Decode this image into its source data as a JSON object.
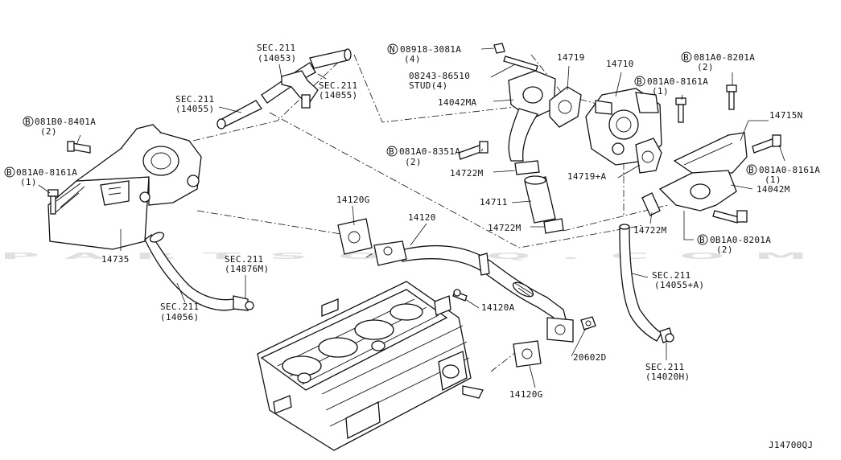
{
  "diagram_code": "J14700QJ",
  "watermark": "PARTSOUQ.COM",
  "labels": {
    "sec211_14053_a": "SEC.211",
    "sec211_14053_b": "(14053)",
    "sec211_14055_top_a": "SEC.211",
    "sec211_14055_top_b": "(14055)",
    "sec211_14055_left_a": "SEC.211",
    "sec211_14055_left_b": "(14055)",
    "bolt_081b0_a": "081B0-8401A",
    "bolt_081b0_b": "(2)",
    "bolt_081a0_8161_left_a": "081A0-8161A",
    "bolt_081a0_8161_left_b": "(1)",
    "p14735": "14735",
    "sec211_14876m_a": "SEC.211",
    "sec211_14876m_b": "(14876M)",
    "sec211_14056_a": "SEC.211",
    "sec211_14056_b": "(14056)",
    "nut_08918_a": "08918-3081A",
    "nut_08918_b": "(4)",
    "stud_08243_a": "08243-86510",
    "stud_08243_b": "STUD(4)",
    "p14042ma": "14042MA",
    "bolt_081a0_8351_a": "081A0-8351A",
    "bolt_081a0_8351_b": "(2)",
    "p14722m_a": "14722M",
    "p14711": "14711",
    "p14722m_b": "14722M",
    "p14719": "14719",
    "p14710": "14710",
    "p14719a": "14719+A",
    "bolt_081a0_8201_top_a": "081A0-8201A",
    "bolt_081a0_8201_top_b": "(2)",
    "bolt_081a0_8161_mid_a": "081A0-8161A",
    "bolt_081a0_8161_mid_b": "(1)",
    "p14715n": "14715N",
    "bolt_081a0_8161_right_a": "081A0-8161A",
    "bolt_081a0_8161_right_b": "(1)",
    "p14042m": "14042M",
    "p14722m_c": "14722M",
    "bolt_081a0_8201_bot_a": "0B1A0-8201A",
    "bolt_081a0_8201_bot_b": "(2)",
    "p14120g_top": "14120G",
    "p14120": "14120",
    "p14120a": "14120A",
    "p20602d": "20602D",
    "p14120g_bot": "14120G",
    "sec211_14055a_a": "SEC.211",
    "sec211_14055a_b": "(14055+A)",
    "sec211_14020h_a": "SEC.211",
    "sec211_14020h_b": "(14020H)"
  },
  "symbols": {
    "bolt_marker": "B",
    "nut_marker": "N"
  }
}
